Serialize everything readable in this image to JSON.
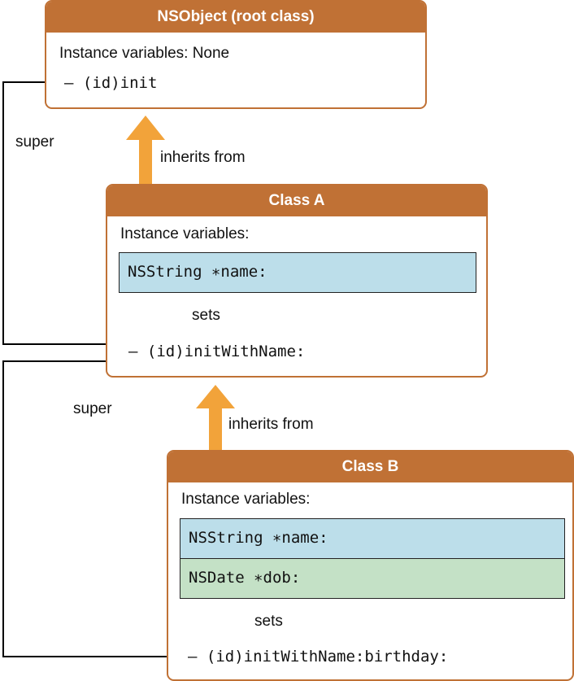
{
  "colors": {
    "class_header": "#c07135",
    "inherit_arrow": "#f2a33a",
    "ivar_string": "#bcdeea",
    "ivar_date": "#c4e1c6",
    "connector": "#000000"
  },
  "nsobject": {
    "title": "NSObject (root class)",
    "ivars_label": "Instance variables: None",
    "method": "– (id)init"
  },
  "class_a": {
    "title": "Class A",
    "ivars_label": "Instance variables:",
    "ivars": [
      "NSString ∗name:"
    ],
    "sets_label": "sets",
    "method": "– (id)initWithName:"
  },
  "class_b": {
    "title": "Class B",
    "ivars_label": "Instance variables:",
    "ivars": [
      "NSString ∗name:",
      "NSDate ∗dob:"
    ],
    "sets_label": "sets",
    "method": "– (id)initWithName:birthday:"
  },
  "labels": {
    "inherits_a": "inherits from",
    "inherits_b": "inherits from",
    "super_a": "super",
    "super_b": "super"
  }
}
